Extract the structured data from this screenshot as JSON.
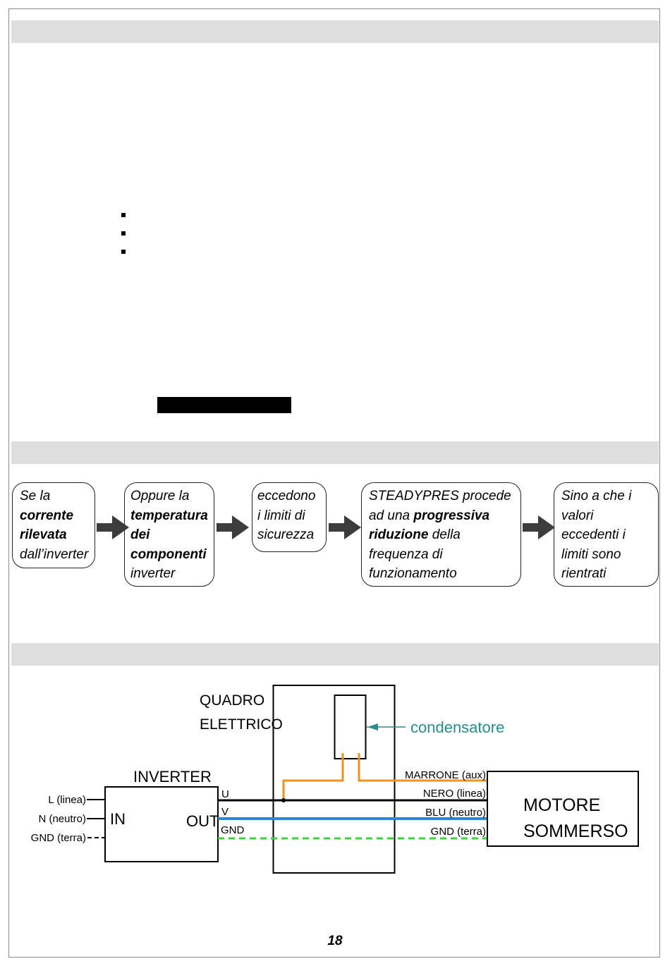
{
  "flow": [
    {
      "pre": "Se la",
      "b1": "corrente",
      "b2": "rilevata",
      "post": "dall’inverter"
    },
    {
      "pre": "Oppure la",
      "b1": "temperatura",
      "b2": "dei",
      "b3": "componenti",
      "post": "inverter"
    },
    {
      "l1": "eccedono",
      "l2": "i limiti di",
      "l3": "sicurezza"
    },
    {
      "pre": "STEADYPRES procede",
      "mid": "ad una",
      "b1": "progressiva",
      "b2": "riduzione",
      "post1": "della",
      "post2": "frequenza di",
      "post3": "funzionamento"
    },
    {
      "l1": "Sino a che i",
      "l2": "valori",
      "l3": "eccedenti i",
      "l4": "limiti sono",
      "l5": "rientrati"
    }
  ],
  "diagram": {
    "quadro_line1": "QUADRO",
    "quadro_line2": "ELETTRICO",
    "condensatore": "condensatore",
    "inverter": "INVERTER",
    "in_label": "IN",
    "out_label": "OUT",
    "in_l": "L (linea)",
    "in_n": "N (neutro)",
    "in_gnd": "GND (terra)",
    "out_u": "U",
    "out_v": "V",
    "out_gnd": "GND",
    "motor_marrone": "MARRONE (aux)",
    "motor_nero": "NERO (linea)",
    "motor_blu": "BLU (neutro)",
    "motor_gnd": "GND (terra)",
    "motore_line1": "MOTORE",
    "motore_line2": "SOMMERSO",
    "colors": {
      "orange": "#f0921e",
      "blue": "#2f86d1",
      "green": "#39d33c",
      "teal": "#2a8c8c"
    }
  },
  "page_number": "18"
}
